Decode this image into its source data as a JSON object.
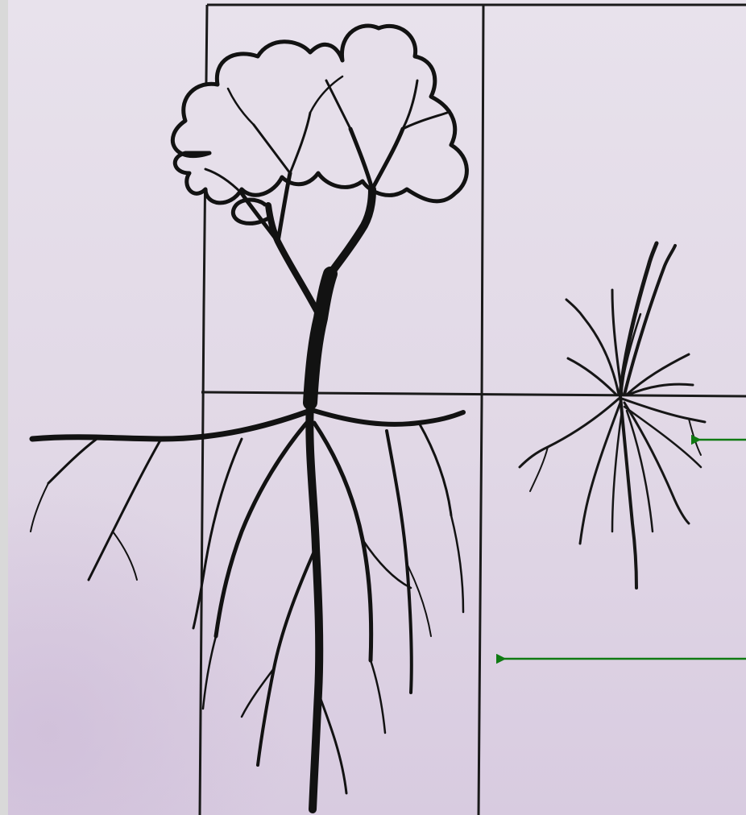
{
  "figure": {
    "subjects": [
      "tree",
      "grass"
    ],
    "arrows": 2
  },
  "colors": {
    "page_background": "#d9d9d9",
    "paper": "#e4dce9",
    "ink": "#121212",
    "arrow": "#0f7a12"
  },
  "icons": {
    "tree": "tree-icon",
    "grass": "grass-icon",
    "arrow": "arrow-left-icon"
  }
}
